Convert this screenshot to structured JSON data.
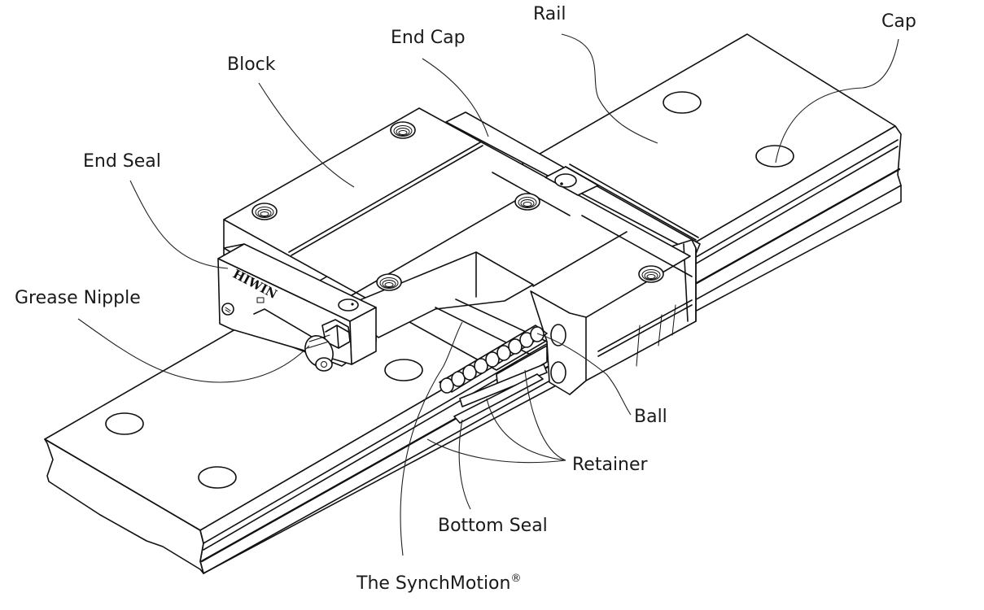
{
  "diagram": {
    "title": "Linear Guideway Components",
    "subject": "HIWIN linear guide block on rail",
    "brand_mark": "HIWIN",
    "line_color": "#111111",
    "background": "#ffffff"
  },
  "labels": {
    "rail": "Rail",
    "end_cap": "End Cap",
    "cap": "Cap",
    "block": "Block",
    "end_seal": "End Seal",
    "grease_nipple": "Grease Nipple",
    "ball": "Ball",
    "retainer": "Retainer",
    "bottom_seal": "Bottom Seal",
    "synchmotion": "The SynchMotion",
    "synchmotion_mark": "®"
  }
}
